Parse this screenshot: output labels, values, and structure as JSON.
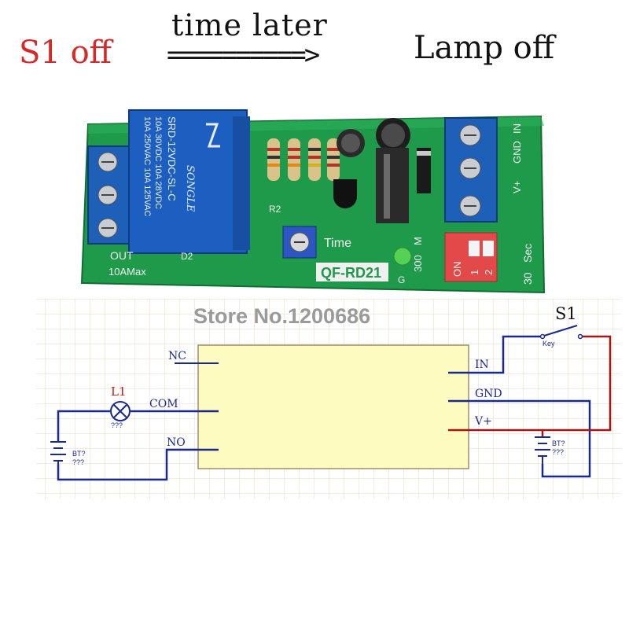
{
  "header": {
    "left_label": "S1 off",
    "arrow_caption": "time later",
    "arrow_glyph": "==========>",
    "right_label": "Lamp off"
  },
  "board": {
    "relay_brand": "SONGLE",
    "relay_specs": [
      "10A 250VAC 10A 125VAC",
      "10A 30VDC 10A 28VDC",
      "SRD-12VDC-SL-C"
    ],
    "model": "QF-RD21",
    "labels": {
      "out": "OUT",
      "out_rating": "10AMax",
      "r2": "R2",
      "time": "Time",
      "d2": "D2",
      "on": "ON",
      "dip_1": "1",
      "dip_2": "2",
      "sec": "Sec",
      "unit_m": "M",
      "val_300": "300",
      "val_30": "30",
      "g": "G",
      "in": "IN",
      "gnd": "GND",
      "vplus": "V+"
    }
  },
  "schematic": {
    "watermark": "Store No.1200686",
    "switch_label": "S1",
    "switch_sub": "Key",
    "lamp_label": "L1",
    "lamp_sub": "???",
    "battery_left_label": "BT?",
    "battery_left_sub": "???",
    "battery_right_label": "BT?",
    "battery_right_sub": "???",
    "pins_left": [
      "NC",
      "COM",
      "NO"
    ],
    "pins_right": [
      "IN",
      "GND",
      "V+"
    ]
  },
  "colors": {
    "red_text": "#d42a2a",
    "pcb_green": "#1f9a4a",
    "relay_blue": "#1d5fc0",
    "terminal_blue": "#1e5fb8",
    "module_fill": "#fdfbbf",
    "wire_blue": "#1a2a8c",
    "wire_red": "#a01818",
    "grid": "#ead9c3"
  }
}
